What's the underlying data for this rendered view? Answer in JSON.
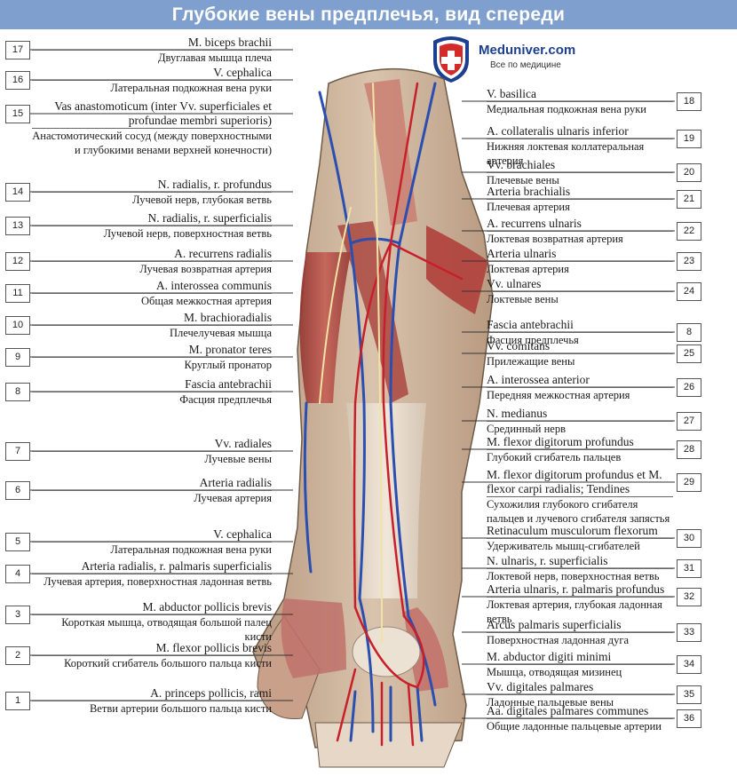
{
  "page": {
    "title": "Глубокие вены предплечья, вид спереди"
  },
  "logo": {
    "name": "Meduniver.com",
    "tagline": "Все по медицине"
  },
  "colors": {
    "title_bar": "#7f9fcf",
    "vein": "#2a4fb0",
    "artery": "#c8202a",
    "muscle": "#b8453f",
    "tendon": "#e8ddd0"
  },
  "labels": [
    {
      "n": 1,
      "side": "left",
      "lat": "A. princeps pollicis, rami",
      "rus": "Ветви артерии большого пальца кисти"
    },
    {
      "n": 2,
      "side": "left",
      "lat": "M. flexor pollicis brevis",
      "rus": "Короткий сгибатель большого пальца кисти"
    },
    {
      "n": 3,
      "side": "left",
      "lat": "M. abductor pollicis brevis",
      "rus": "Короткая мышца, отводящая большой палец кисти"
    },
    {
      "n": 4,
      "side": "left",
      "lat": "Arteria radialis, r. palmaris superficialis",
      "rus": "Лучевая артерия, поверхностная ладонная ветвь"
    },
    {
      "n": 5,
      "side": "left",
      "lat": "V. cephalica",
      "rus": "Латеральная подкожная вена руки"
    },
    {
      "n": 6,
      "side": "left",
      "lat": "Arteria radialis",
      "rus": "Лучевая артерия"
    },
    {
      "n": 7,
      "side": "left",
      "lat": "Vv. radiales",
      "rus": "Лучевые вены"
    },
    {
      "n": 8,
      "side": "left",
      "lat": "Fascia antebrachii",
      "rus": "Фасция предплечья"
    },
    {
      "n": 9,
      "side": "left",
      "lat": "M. pronator teres",
      "rus": "Круглый пронатор"
    },
    {
      "n": 10,
      "side": "left",
      "lat": "M. brachioradialis",
      "rus": "Плечелучевая мышца"
    },
    {
      "n": 11,
      "side": "left",
      "lat": "A. interossea communis",
      "rus": "Общая межкостная артерия"
    },
    {
      "n": 12,
      "side": "left",
      "lat": "A. recurrens radialis",
      "rus": "Лучевая возвратная артерия"
    },
    {
      "n": 13,
      "side": "left",
      "lat": "N. radialis, r. superficialis",
      "rus": "Лучевой нерв, поверхностная ветвь"
    },
    {
      "n": 14,
      "side": "left",
      "lat": "N. radialis, r. profundus",
      "rus": "Лучевой нерв, глубокая ветвь"
    },
    {
      "n": 15,
      "side": "left",
      "lat": "Vas anastomoticum (inter Vv. superficiales et profundae membri superioris)",
      "rus": "Анастомотический сосуд (между поверхностными и глубокими венами верхней конечности)"
    },
    {
      "n": 16,
      "side": "left",
      "lat": "V. cephalica",
      "rus": "Латеральная подкожная вена руки"
    },
    {
      "n": 17,
      "side": "left",
      "lat": "M. biceps brachii",
      "rus": "Двуглавая мышца плеча"
    },
    {
      "n": 18,
      "side": "right",
      "lat": "V. basilica",
      "rus": "Медиальная подкожная вена руки"
    },
    {
      "n": 19,
      "side": "right",
      "lat": "A. collateralis ulnaris inferior",
      "rus": "Нижняя локтевая коллатеральная артерия"
    },
    {
      "n": 20,
      "side": "right",
      "lat": "Vv. brachiales",
      "rus": "Плечевые вены"
    },
    {
      "n": 21,
      "side": "right",
      "lat": "Arteria brachialis",
      "rus": "Плечевая артерия"
    },
    {
      "n": 22,
      "side": "right",
      "lat": "A. recurrens ulnaris",
      "rus": "Локтевая возвратная артерия"
    },
    {
      "n": 23,
      "side": "right",
      "lat": "Arteria ulnaris",
      "rus": "Локтевая артерия"
    },
    {
      "n": 24,
      "side": "right",
      "lat": "Vv. ulnares",
      "rus": "Локтевые вены"
    },
    {
      "n": 8,
      "side": "right",
      "lat": "Fascia antebrachii",
      "rus": "Фасция предплечья"
    },
    {
      "n": 25,
      "side": "right",
      "lat": "Vv. comitans",
      "rus": "Прилежащие вены"
    },
    {
      "n": 26,
      "side": "right",
      "lat": "A. interossea anterior",
      "rus": "Передняя межкостная артерия"
    },
    {
      "n": 27,
      "side": "right",
      "lat": "N. medianus",
      "rus": "Срединный нерв"
    },
    {
      "n": 28,
      "side": "right",
      "lat": "M. flexor digitorum profundus",
      "rus": "Глубокий сгибатель пальцев"
    },
    {
      "n": 29,
      "side": "right",
      "lat": "M. flexor digitorum profundus et M. flexor carpi radialis; Tendines",
      "rus": "Сухожилия глубокого сгибателя пальцев и лучевого сгибателя запястья"
    },
    {
      "n": 30,
      "side": "right",
      "lat": "Retinaculum musculorum flexorum",
      "rus": "Удерживатель мышц-сгибателей"
    },
    {
      "n": 31,
      "side": "right",
      "lat": "N. ulnaris, r. superficialis",
      "rus": "Локтевой нерв, поверхностная ветвь"
    },
    {
      "n": 32,
      "side": "right",
      "lat": "Arteria ulnaris, r. palmaris profundus",
      "rus": "Локтевая артерия, глубокая ладонная ветвь"
    },
    {
      "n": 33,
      "side": "right",
      "lat": "Arcus palmaris superficialis",
      "rus": "Поверхностная ладонная дуга"
    },
    {
      "n": 34,
      "side": "right",
      "lat": "M. abductor digiti minimi",
      "rus": "Мышца, отводящая мизинец"
    },
    {
      "n": 35,
      "side": "right",
      "lat": "Vv. digitales palmares",
      "rus": "Ладонные пальцевые вены"
    },
    {
      "n": 36,
      "side": "right",
      "lat": "Aa. digitales palmares communes",
      "rus": "Общие ладонные пальцевые артерии"
    }
  ]
}
